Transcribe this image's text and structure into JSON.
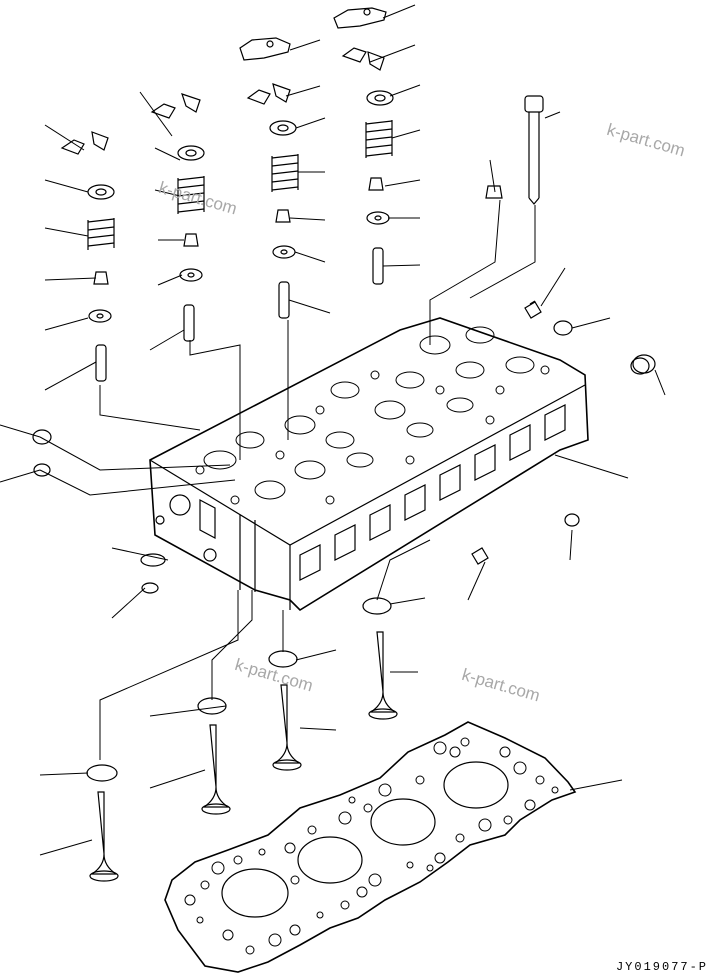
{
  "watermarks": [
    "k-part.com",
    "k-part.com",
    "k-part.com",
    "k-part.com"
  ],
  "drawing_code": "JY019077-P",
  "colors": {
    "ink": "#000000",
    "background": "#ffffff",
    "watermark": "#a8a8a8"
  }
}
